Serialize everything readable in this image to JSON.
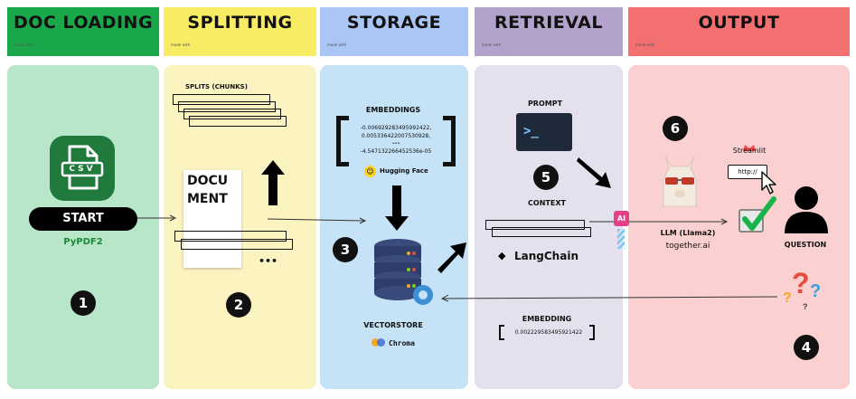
{
  "headers": {
    "doc_loading": "DOC LOADING",
    "splitting": "SPLITTING",
    "storage": "STORAGE",
    "retrieval": "RETRIEVAL",
    "output": "OUTPUT",
    "tiny": "made with"
  },
  "colors": {
    "doc_loading_header": "#1ba84a",
    "splitting_header": "#f8ec64",
    "storage_header": "#a9c6f5",
    "retrieval_header": "#b3a3cc",
    "output_header": "#f2706f",
    "doc_loading_panel": "#b8e6c8",
    "splitting_panel": "#fbf4c0",
    "storage_panel": "#c5e2f7",
    "retrieval_panel": "#e5e0ee",
    "output_panel": "#fbd0d0"
  },
  "doc_loading": {
    "file_icon_text": "CSV",
    "start_label": "START",
    "loader": "PyPDF2",
    "step": "1"
  },
  "splitting": {
    "splits_label": "SPLITS (CHUNKS)",
    "document_label_1": "DOCU",
    "document_label_2": "MENT",
    "ellipsis": "•••",
    "step": "2"
  },
  "storage": {
    "embeddings_label": "EMBEDDINGS",
    "vec_1": "-0.006929283495992422,",
    "vec_2": "0.005336422007530928,",
    "vec_3": "•••",
    "vec_4": "-4.547132266452536e-05",
    "hugging_face": "Hugging Face",
    "vectorstore_label": "VECTORSTORE",
    "chroma": "Chroma",
    "step": "3"
  },
  "retrieval": {
    "prompt_label": "PROMPT",
    "context_label": "CONTEXT",
    "langchain": "LangChain",
    "embedding_label": "EMBEDDING",
    "embedding_value": "0.0022295834959214​22",
    "step": "5"
  },
  "output": {
    "streamlit": "Streamlit",
    "url": "http://",
    "ai_badge": "AI",
    "llm_label": "LLM (Llama2)",
    "provider": "together.ai",
    "question_label": "QUESTION",
    "step_6": "6",
    "step_4": "4"
  }
}
